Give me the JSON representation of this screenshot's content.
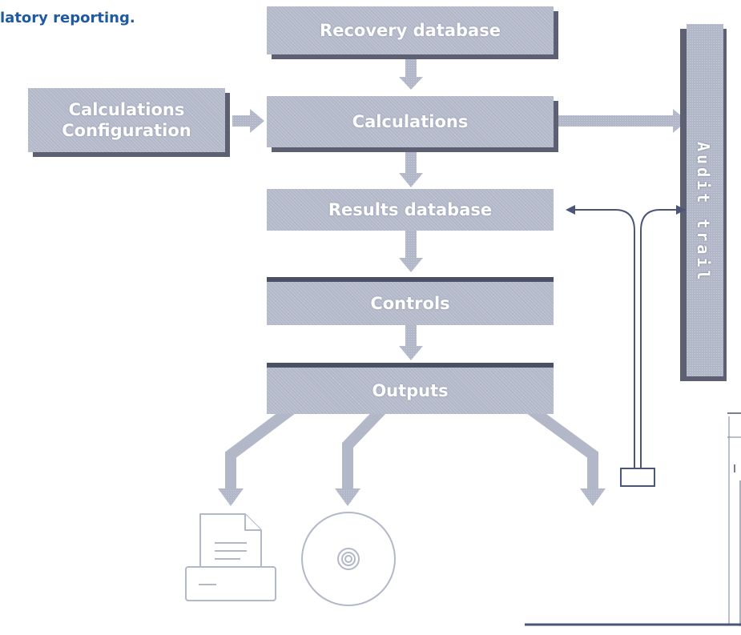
{
  "caption": "latory reporting.",
  "boxes": {
    "recovery_db": "Recovery database",
    "calc_config": "Calculations\nConfiguration",
    "calculations": "Calculations",
    "results_db": "Results database",
    "controls": "Controls",
    "outputs": "Outputs",
    "audit_trail": "Audit trail"
  },
  "icons": [
    "printer-icon",
    "cd-disc-icon"
  ],
  "colors": {
    "box_fill": "#b3b8c9",
    "box_shadow": "#5d6072",
    "arrow": "#b3b8c9",
    "caption": "#1f5aa0",
    "line": "#4a5577"
  }
}
